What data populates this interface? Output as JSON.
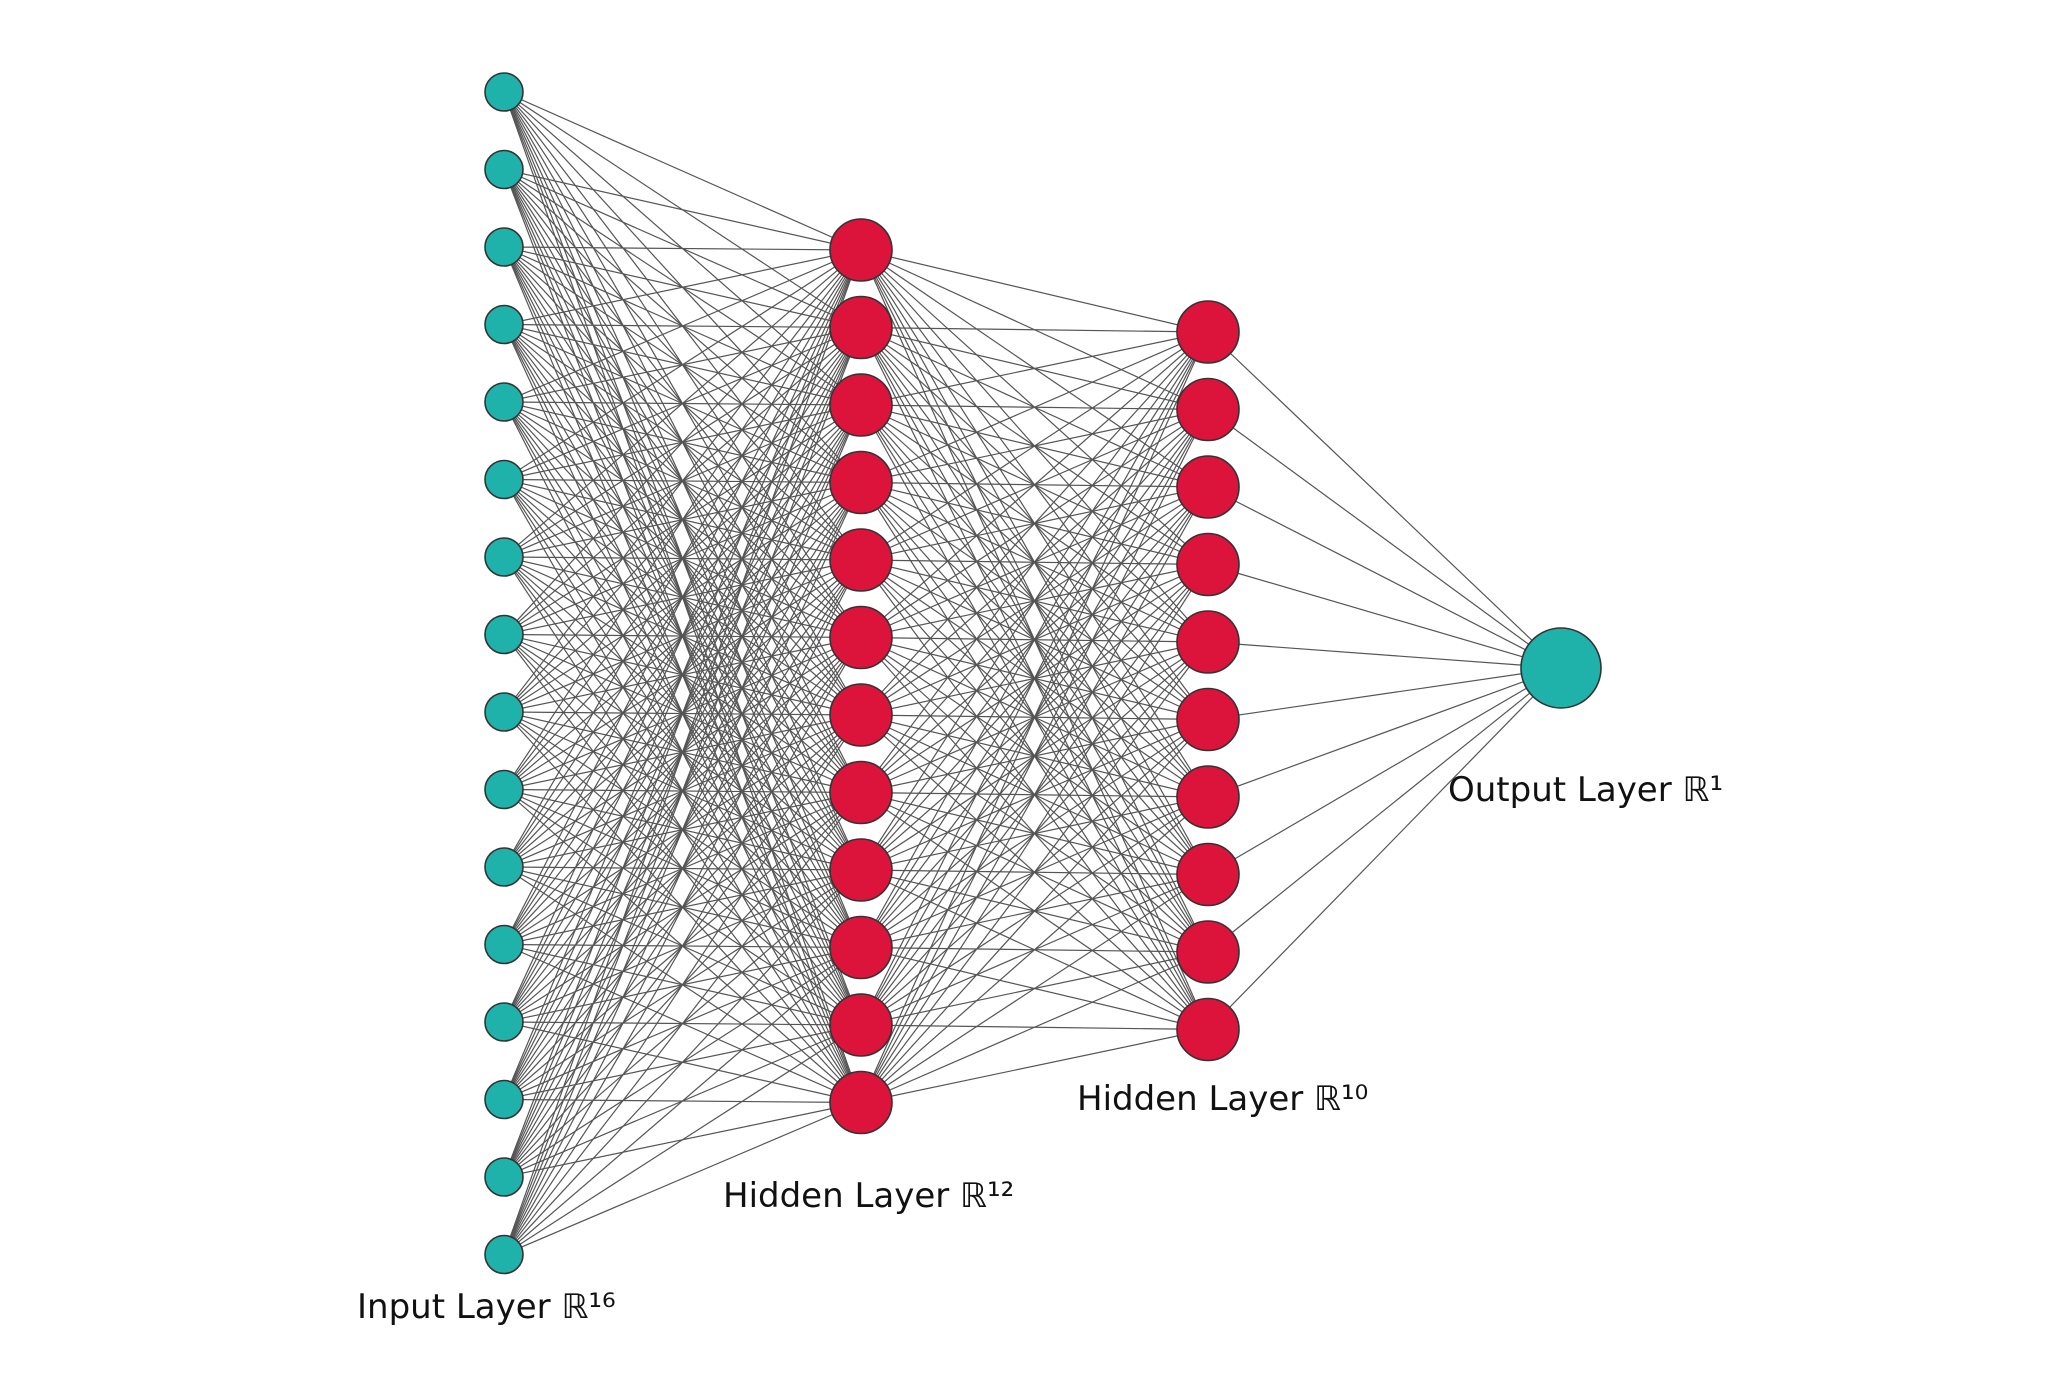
{
  "diagram": {
    "type": "neural-network",
    "layers": [
      {
        "name": "Input Layer",
        "label": "Input Layer  ℝ¹⁶",
        "neurons": 16,
        "color": "#1fb2aa"
      },
      {
        "name": "Hidden Layer",
        "label": "Hidden Layer  ℝ¹²",
        "neurons": 12,
        "color": "#dc143c"
      },
      {
        "name": "Hidden Layer",
        "label": "Hidden Layer  ℝ¹⁰",
        "neurons": 10,
        "color": "#dc143c"
      },
      {
        "name": "Output Layer",
        "label": "Output Layer ℝ¹",
        "neurons": 1,
        "color": "#1fb2aa"
      }
    ],
    "connectivity": "fully-connected",
    "edge_color": "#555555",
    "node_outline_color": "#333333"
  }
}
